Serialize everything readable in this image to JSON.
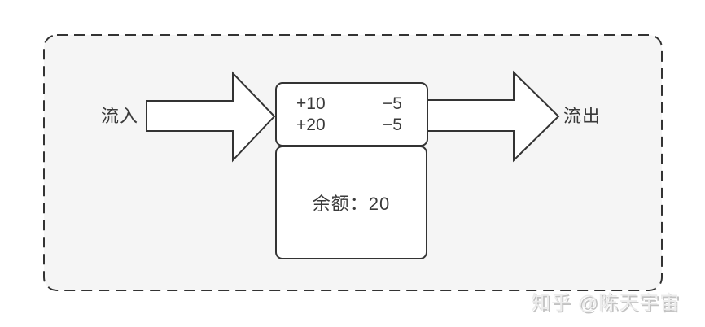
{
  "diagram": {
    "inflow_label": "流入",
    "outflow_label": "流出",
    "ledger": {
      "entries": [
        {
          "in": "+10",
          "out": "−5"
        },
        {
          "in": "+20",
          "out": "−5"
        }
      ],
      "balance_text": "余额：20"
    }
  },
  "watermark": {
    "text": "知乎 @陈天宇宙"
  },
  "colors": {
    "page_background": "#ffffff",
    "container_fill": "#f5f5f5",
    "stroke": "#333333",
    "text": "#3a3a3a",
    "box_fill": "#ffffff",
    "watermark_gray": "#c2c2c2"
  }
}
